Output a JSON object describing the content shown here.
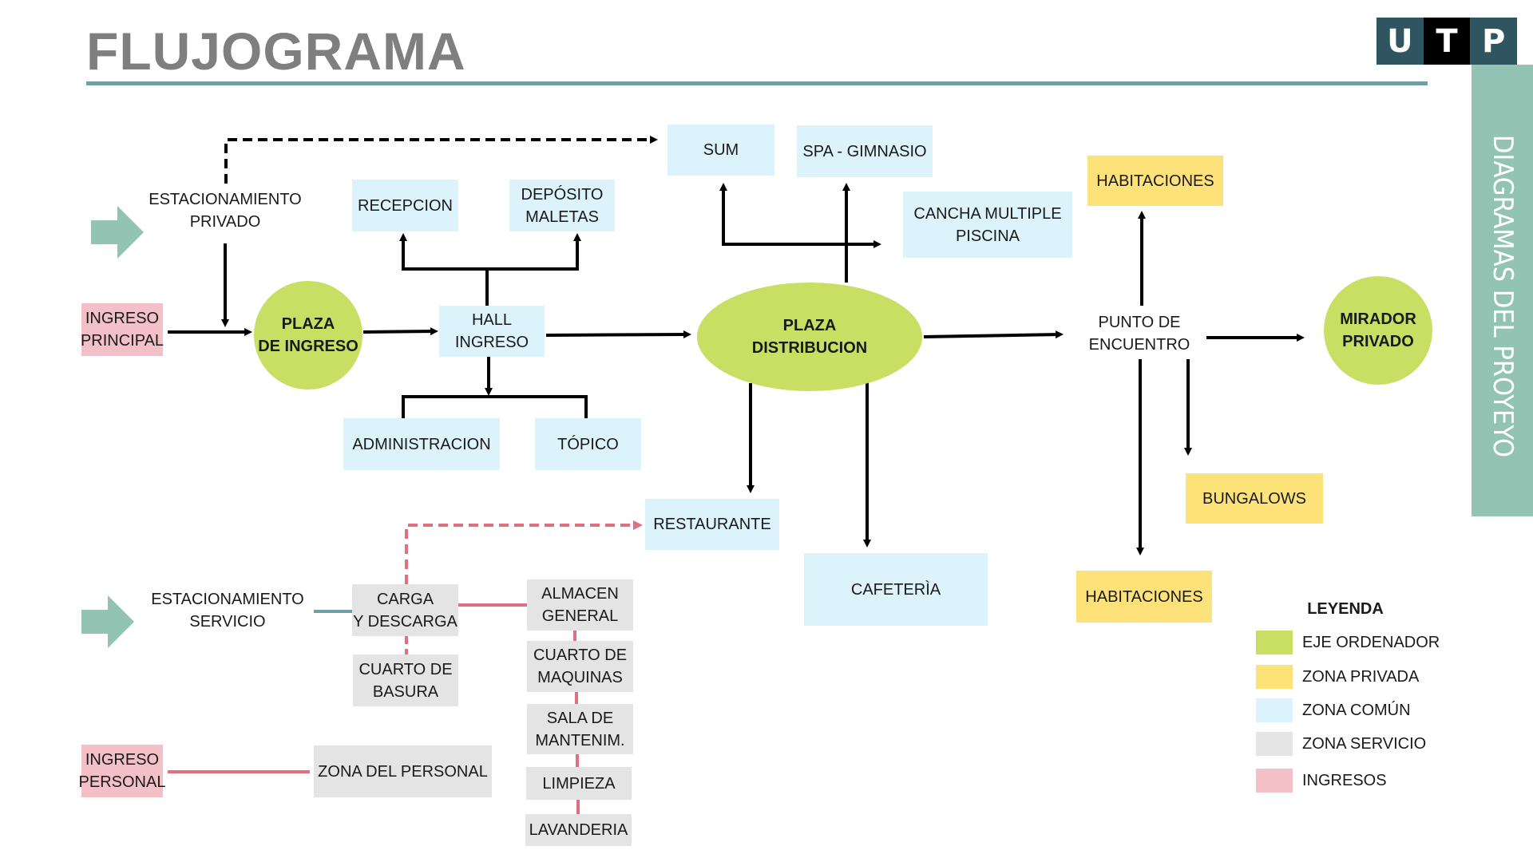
{
  "header": {
    "title": "FLUJOGRAMA",
    "logo": [
      "U",
      "T",
      "P"
    ],
    "side_label": "DIAGRAMAS DEL PROYEYO"
  },
  "colors": {
    "eje_ordenador": "#c8df63",
    "zona_privada": "#fde27a",
    "zona_comun": "#dcf3fb",
    "zona_servicio": "#e4e4e4",
    "ingresos": "#f4c0c8",
    "accent_teal": "#6fa0a3",
    "side_band": "#93c4b3",
    "service_line": "#e07080"
  },
  "nodes": {
    "estacionamiento_privado": "ESTACIONAMIENTO\nPRIVADO",
    "ingreso_principal": "INGRESO\nPRINCIPAL",
    "plaza_ingreso": "PLAZA\nDE INGRESO",
    "recepcion": "RECEPCION",
    "deposito_maletas": "DEPÓSITO\nMALETAS",
    "hall_ingreso": "HALL\nINGRESO",
    "administracion": "ADMINISTRACION",
    "topico": "TÓPICO",
    "sum": "SUM",
    "spa_gimnasio": "SPA - GIMNASIO",
    "cancha_piscina": "CANCHA MULTIPLE\nPISCINA",
    "plaza_distribucion": "PLAZA\nDISTRIBUCION",
    "restaurante": "RESTAURANTE",
    "cafeteria": "CAFETERÌA",
    "habitaciones_top": "HABITACIONES",
    "punto_encuentro": "PUNTO DE\nENCUENTRO",
    "mirador_privado": "MIRADOR\nPRIVADO",
    "bungalows": "BUNGALOWS",
    "habitaciones_bottom": "HABITACIONES",
    "estacionamiento_servicio": "ESTACIONAMIENTO\nSERVICIO",
    "carga_descarga": "CARGA\nY DESCARGA",
    "cuarto_basura": "CUARTO DE\nBASURA",
    "almacen_general": "ALMACEN\nGENERAL",
    "cuarto_maquinas": "CUARTO DE\nMAQUINAS",
    "sala_mantenimiento": "SALA DE\nMANTENIM.",
    "limpieza": "LIMPIEZA",
    "lavanderia": "LAVANDERIA",
    "ingreso_personal": "INGRESO\nPERSONAL",
    "zona_personal": "ZONA DEL PERSONAL"
  },
  "edges": [
    {
      "from": "estacionamiento_privado",
      "to": "sum",
      "style": "dashed"
    },
    {
      "from": "estacionamiento_privado",
      "to": "plaza_ingreso",
      "style": "solid"
    },
    {
      "from": "ingreso_principal",
      "to": "plaza_ingreso",
      "style": "solid"
    },
    {
      "from": "plaza_ingreso",
      "to": "hall_ingreso",
      "style": "solid"
    },
    {
      "from": "hall_ingreso",
      "to": "recepcion",
      "style": "solid"
    },
    {
      "from": "hall_ingreso",
      "to": "deposito_maletas",
      "style": "solid"
    },
    {
      "from": "hall_ingreso",
      "to": "administracion",
      "style": "solid"
    },
    {
      "from": "hall_ingreso",
      "to": "topico",
      "style": "solid"
    },
    {
      "from": "hall_ingreso",
      "to": "plaza_distribucion",
      "style": "solid"
    },
    {
      "from": "plaza_distribucion",
      "to": "sum",
      "style": "solid"
    },
    {
      "from": "plaza_distribucion",
      "to": "spa_gimnasio",
      "style": "solid"
    },
    {
      "from": "plaza_distribucion",
      "to": "cancha_piscina",
      "style": "solid"
    },
    {
      "from": "plaza_distribucion",
      "to": "restaurante",
      "style": "solid"
    },
    {
      "from": "plaza_distribucion",
      "to": "cafeteria",
      "style": "solid"
    },
    {
      "from": "plaza_distribucion",
      "to": "punto_encuentro",
      "style": "solid"
    },
    {
      "from": "punto_encuentro",
      "to": "habitaciones_top",
      "style": "solid"
    },
    {
      "from": "punto_encuentro",
      "to": "mirador_privado",
      "style": "solid"
    },
    {
      "from": "punto_encuentro",
      "to": "bungalows",
      "style": "solid"
    },
    {
      "from": "punto_encuentro",
      "to": "habitaciones_bottom",
      "style": "solid"
    },
    {
      "from": "estacionamiento_servicio",
      "to": "carga_descarga",
      "style": "teal-line"
    },
    {
      "from": "carga_descarga",
      "to": "restaurante",
      "style": "pink-dashed"
    },
    {
      "from": "carga_descarga",
      "to": "cuarto_basura",
      "style": "pink-dashed"
    },
    {
      "from": "carga_descarga",
      "to": "almacen_general",
      "style": "pink-line"
    },
    {
      "from": "almacen_general",
      "to": "cuarto_maquinas",
      "style": "pink-line"
    },
    {
      "from": "cuarto_maquinas",
      "to": "sala_mantenimiento",
      "style": "pink-line"
    },
    {
      "from": "sala_mantenimiento",
      "to": "limpieza",
      "style": "pink-line"
    },
    {
      "from": "limpieza",
      "to": "lavanderia",
      "style": "pink-line"
    },
    {
      "from": "ingreso_personal",
      "to": "zona_personal",
      "style": "pink-line"
    }
  ],
  "legend": {
    "title": "LEYENDA",
    "items": [
      {
        "label": "EJE ORDENADOR",
        "color": "#c8df63"
      },
      {
        "label": "ZONA PRIVADA",
        "color": "#fde27a"
      },
      {
        "label": "ZONA COMÚN",
        "color": "#dcf3fb"
      },
      {
        "label": "ZONA SERVICIO",
        "color": "#e4e4e4"
      },
      {
        "label": "INGRESOS",
        "color": "#f4c0c8"
      }
    ]
  }
}
